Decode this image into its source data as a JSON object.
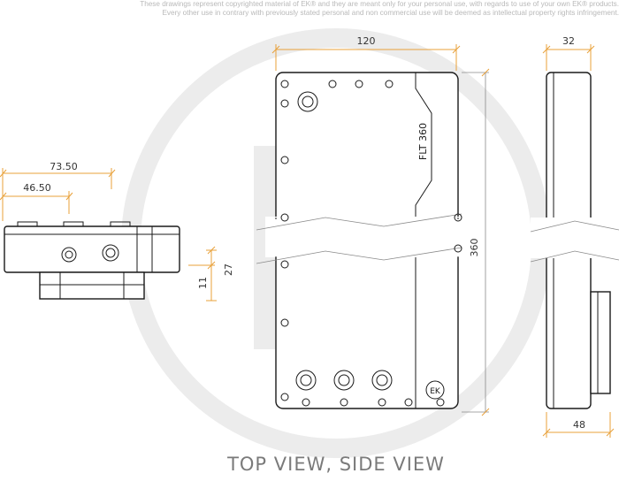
{
  "disclaimer": {
    "line1": "These drawings represent copyrighted material of EK® and they are meant only for your personal use, with regards to use of your own EK® products.",
    "line2": "Every other use in contrary with previously stated personal and non commercial use will be deemed as intellectual property rights infringement."
  },
  "caption": "TOP VIEW, SIDE VIEW",
  "product_label": "FLT 360",
  "logo_text": "EK",
  "dimensions": {
    "width_top": "120",
    "width_side": "32",
    "depth_side": "48",
    "height": "360",
    "port_offset_outer": "73.50",
    "port_offset_inner": "46.50",
    "port_height_outer": "27",
    "port_height_inner": "11"
  },
  "colors": {
    "dimension_line": "#e8a13a",
    "outline": "#1a1a1a",
    "watermark": "#ececec",
    "caption": "#7a7a7a"
  }
}
